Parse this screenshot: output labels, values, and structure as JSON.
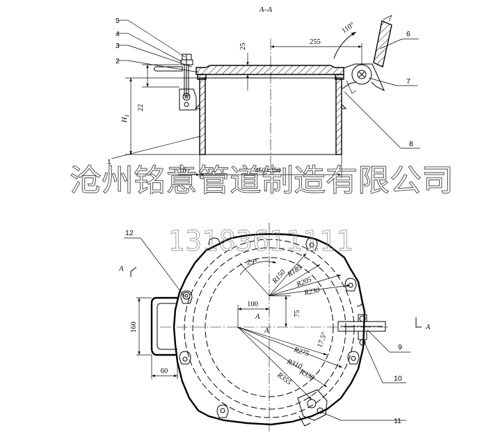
{
  "section_title": "A–A",
  "top_view": {
    "callouts": [
      "1",
      "2",
      "3",
      "4",
      "5",
      "6",
      "7",
      "8"
    ],
    "dims": {
      "angle": "110°",
      "dim_255": "255",
      "dim_25": "25",
      "dim_22": "22",
      "dim_h1": "H",
      "dim_h1_sub": "1",
      "dim_16": "16",
      "dim_size": "450×350"
    }
  },
  "plan_view": {
    "callouts": [
      "9",
      "10",
      "11",
      "12"
    ],
    "dims": {
      "angle_29": "29°",
      "r150": "R150",
      "r185": "R185",
      "r205": "R205",
      "r230": "R230",
      "d100": "100",
      "d75": "75",
      "d160": "160",
      "d60": "60",
      "angle_17": "17.5°",
      "r275": "R275",
      "r310": "R310",
      "r330": "R330",
      "r355": "R355"
    },
    "section_marks": [
      "A",
      "A",
      "A",
      "A"
    ]
  },
  "watermark": {
    "company": "沧州铭意管道制造有限公司",
    "phone": "13183611111"
  }
}
